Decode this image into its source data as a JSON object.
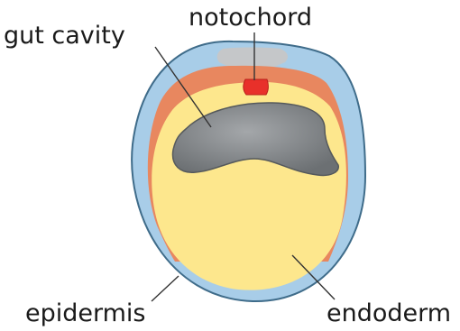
{
  "labels": {
    "notochord": "notochord",
    "gut_cavity": "gut cavity",
    "epidermis": "epidermis",
    "endoderm": "endoderm"
  },
  "colors": {
    "epidermis": "#a8cde8",
    "epidermis_outline": "#3f6c8a",
    "mesoderm": "#e8875f",
    "endoderm": "#fde78d",
    "gut_cavity": "#7e8285",
    "notochord": "#e8302a",
    "neural_region": "#c5c7c9",
    "text": "#1a1a1a",
    "leader_line": "#333333"
  }
}
